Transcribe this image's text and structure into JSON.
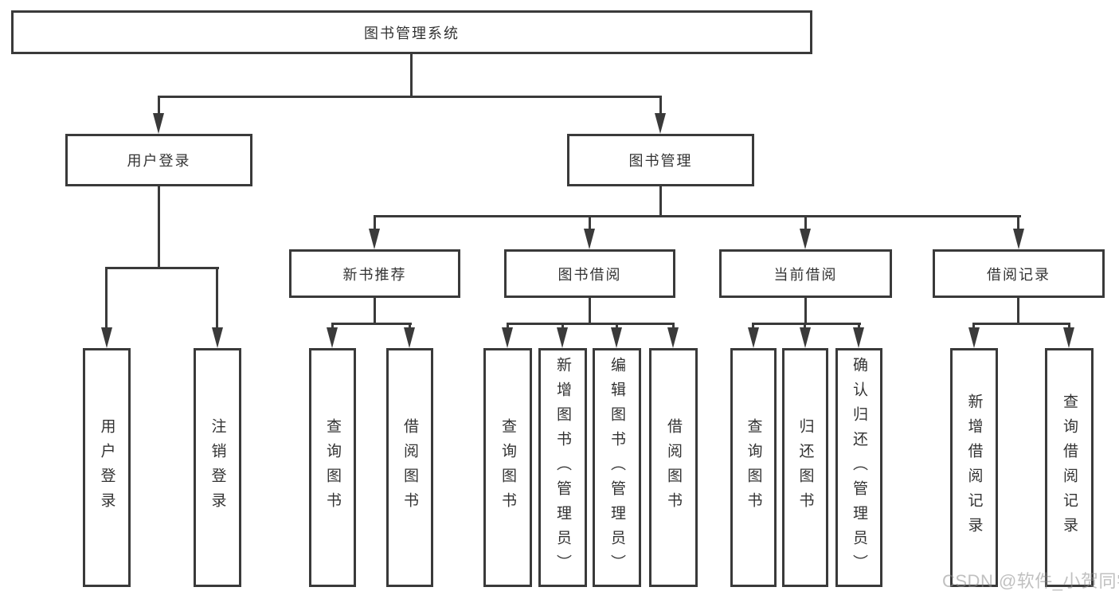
{
  "diagram": {
    "root": "图书管理系统",
    "level2": {
      "userLogin": "用户登录",
      "bookManagement": "图书管理"
    },
    "level3": {
      "newBookRecommend": "新书推荐",
      "bookBorrow": "图书借阅",
      "currentBorrow": "当前借阅",
      "borrowRecords": "借阅记录"
    },
    "userLoginChildren": {
      "login": "用户登录",
      "logout": "注销登录"
    },
    "newBookChildren": {
      "query": "查询图书",
      "borrow": "借阅图书"
    },
    "bookBorrowChildren": {
      "query": "查询图书",
      "add": "新增图书（管理员）",
      "edit": "编辑图书（管理员）",
      "borrow": "借阅图书"
    },
    "currentBorrowChildren": {
      "query": "查询图书",
      "return": "归还图书",
      "confirmReturn": "确认归还（管理员）"
    },
    "recordChildren": {
      "add": "新增借阅记录",
      "query": "查询借阅记录"
    }
  },
  "watermark": "CSDN @软件_小贺同学",
  "colors": {
    "line": "#3a3a3a",
    "text": "#333333",
    "watermark": "#8c8c8c",
    "background": "#ffffff"
  }
}
